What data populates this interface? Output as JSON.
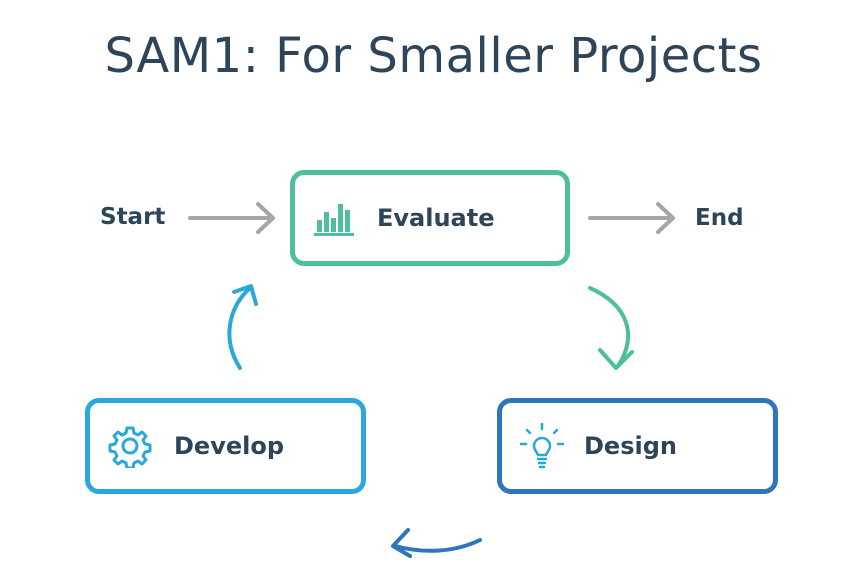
{
  "title": "SAM1: For Smaller Projects",
  "diagram": {
    "start_label": "Start",
    "end_label": "End",
    "nodes": {
      "evaluate": {
        "label": "Evaluate",
        "icon": "bar-chart-icon",
        "color": "#4dbf9a"
      },
      "design": {
        "label": "Design",
        "icon": "lightbulb-icon",
        "color": "#2f75b9"
      },
      "develop": {
        "label": "Develop",
        "icon": "gear-icon",
        "color": "#2aa8dc"
      }
    },
    "arrow_color": "#a6a6a6"
  }
}
